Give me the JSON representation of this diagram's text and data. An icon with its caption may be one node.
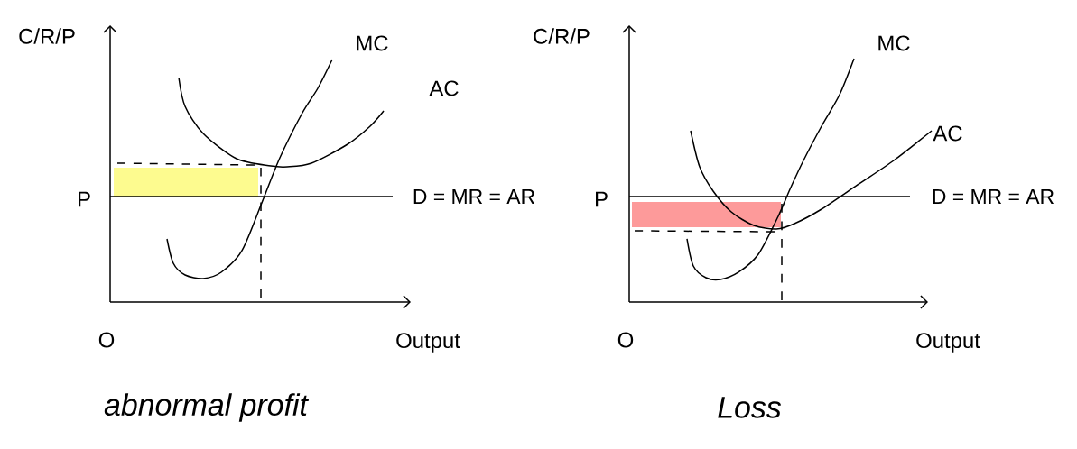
{
  "diagram": {
    "nodes": [
      {
        "text": [],
        "shape": "box"
      },
      {
        "text": [],
        "shape": "box"
      }
    ],
    "labels": [
      "C/R/P",
      "MC",
      "AC",
      "P",
      "D = MR = AR",
      "O",
      "Output",
      "abnormal profit",
      "C/R/P",
      "MC",
      "AC",
      "P",
      "D = MR = AR",
      "O",
      "Output",
      "Loss"
    ]
  }
}
